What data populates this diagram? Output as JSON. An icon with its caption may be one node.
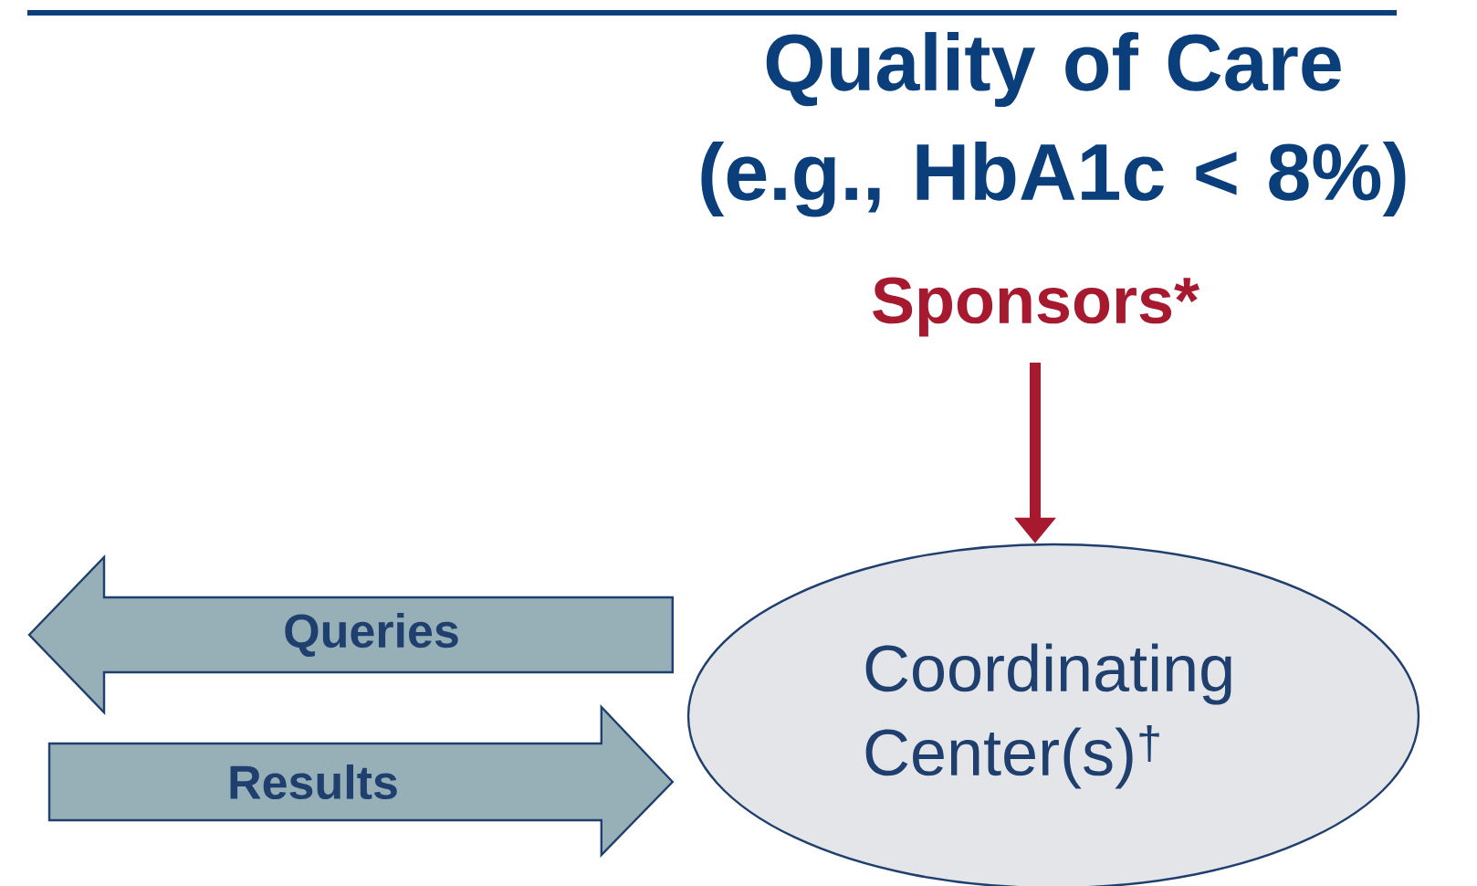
{
  "diagram": {
    "title": "Quality of Care (e.g., HbA1c < 8%)",
    "nodes": [
      {
        "text": [
          "Sponsors*"
        ]
      },
      {
        "text": [
          "Coordinating Center(s)$^{†}$"
        ]
      }
    ],
    "edges": [
      {
        "from": 0,
        "to": 1,
        "arrow": "to",
        "color": "#a6192e"
      },
      {
        "from": 1,
        "to": null,
        "arrow": "to",
        "label": "Queries"
      },
      {
        "from": null,
        "to": 1,
        "arrow": "to",
        "label": "Results"
      }
    ]
  }
}
